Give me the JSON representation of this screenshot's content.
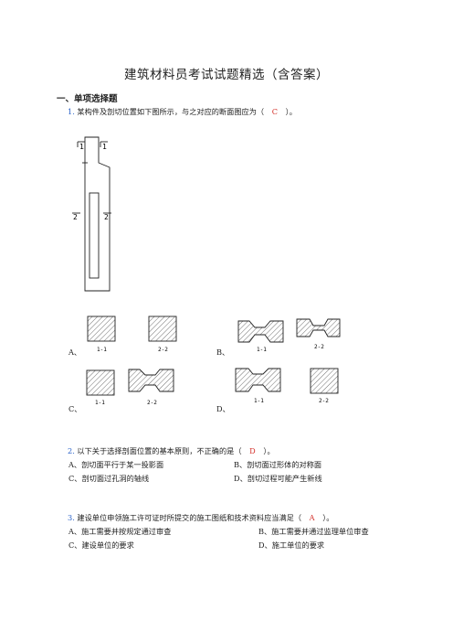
{
  "title": "建筑材料员考试试题精选（含答案）",
  "section": "一、单项选择题",
  "q1": {
    "num": "1.",
    "stem_a": "某构件及剖切位置如下图所示，与之对应的断面图应为（",
    "answer": "C",
    "stem_b": "）。",
    "cut_labels": [
      "1",
      "1",
      "2",
      "2"
    ],
    "options": [
      "A、",
      "B、",
      "C、",
      "D、"
    ],
    "section_labels": [
      "1-1",
      "2-2",
      "1-1",
      "2-2",
      "1-1",
      "2-2",
      "1-1",
      "2-2"
    ]
  },
  "q2": {
    "num": "2.",
    "stem_a": "以下关于选择剖面位置的基本原则，不正确的是（",
    "answer": "D",
    "stem_b": "）。",
    "options": [
      "A、剖切面平行于某一投影面",
      "B、剖切面过形体的对称面",
      "C、剖切面过孔洞的轴线",
      "D、剖切过程可能产生新线"
    ]
  },
  "q3": {
    "num": "3.",
    "stem_a": "建设单位申领施工许可证时所提交的施工图纸和技术资料应当满足（",
    "answer": "A",
    "stem_b": "）。",
    "options": [
      "A、施工需要并按规定通过审查",
      "B、施工需要并通过监理单位审查",
      "C、建设单位的要求",
      "D、施工单位的要求"
    ]
  }
}
